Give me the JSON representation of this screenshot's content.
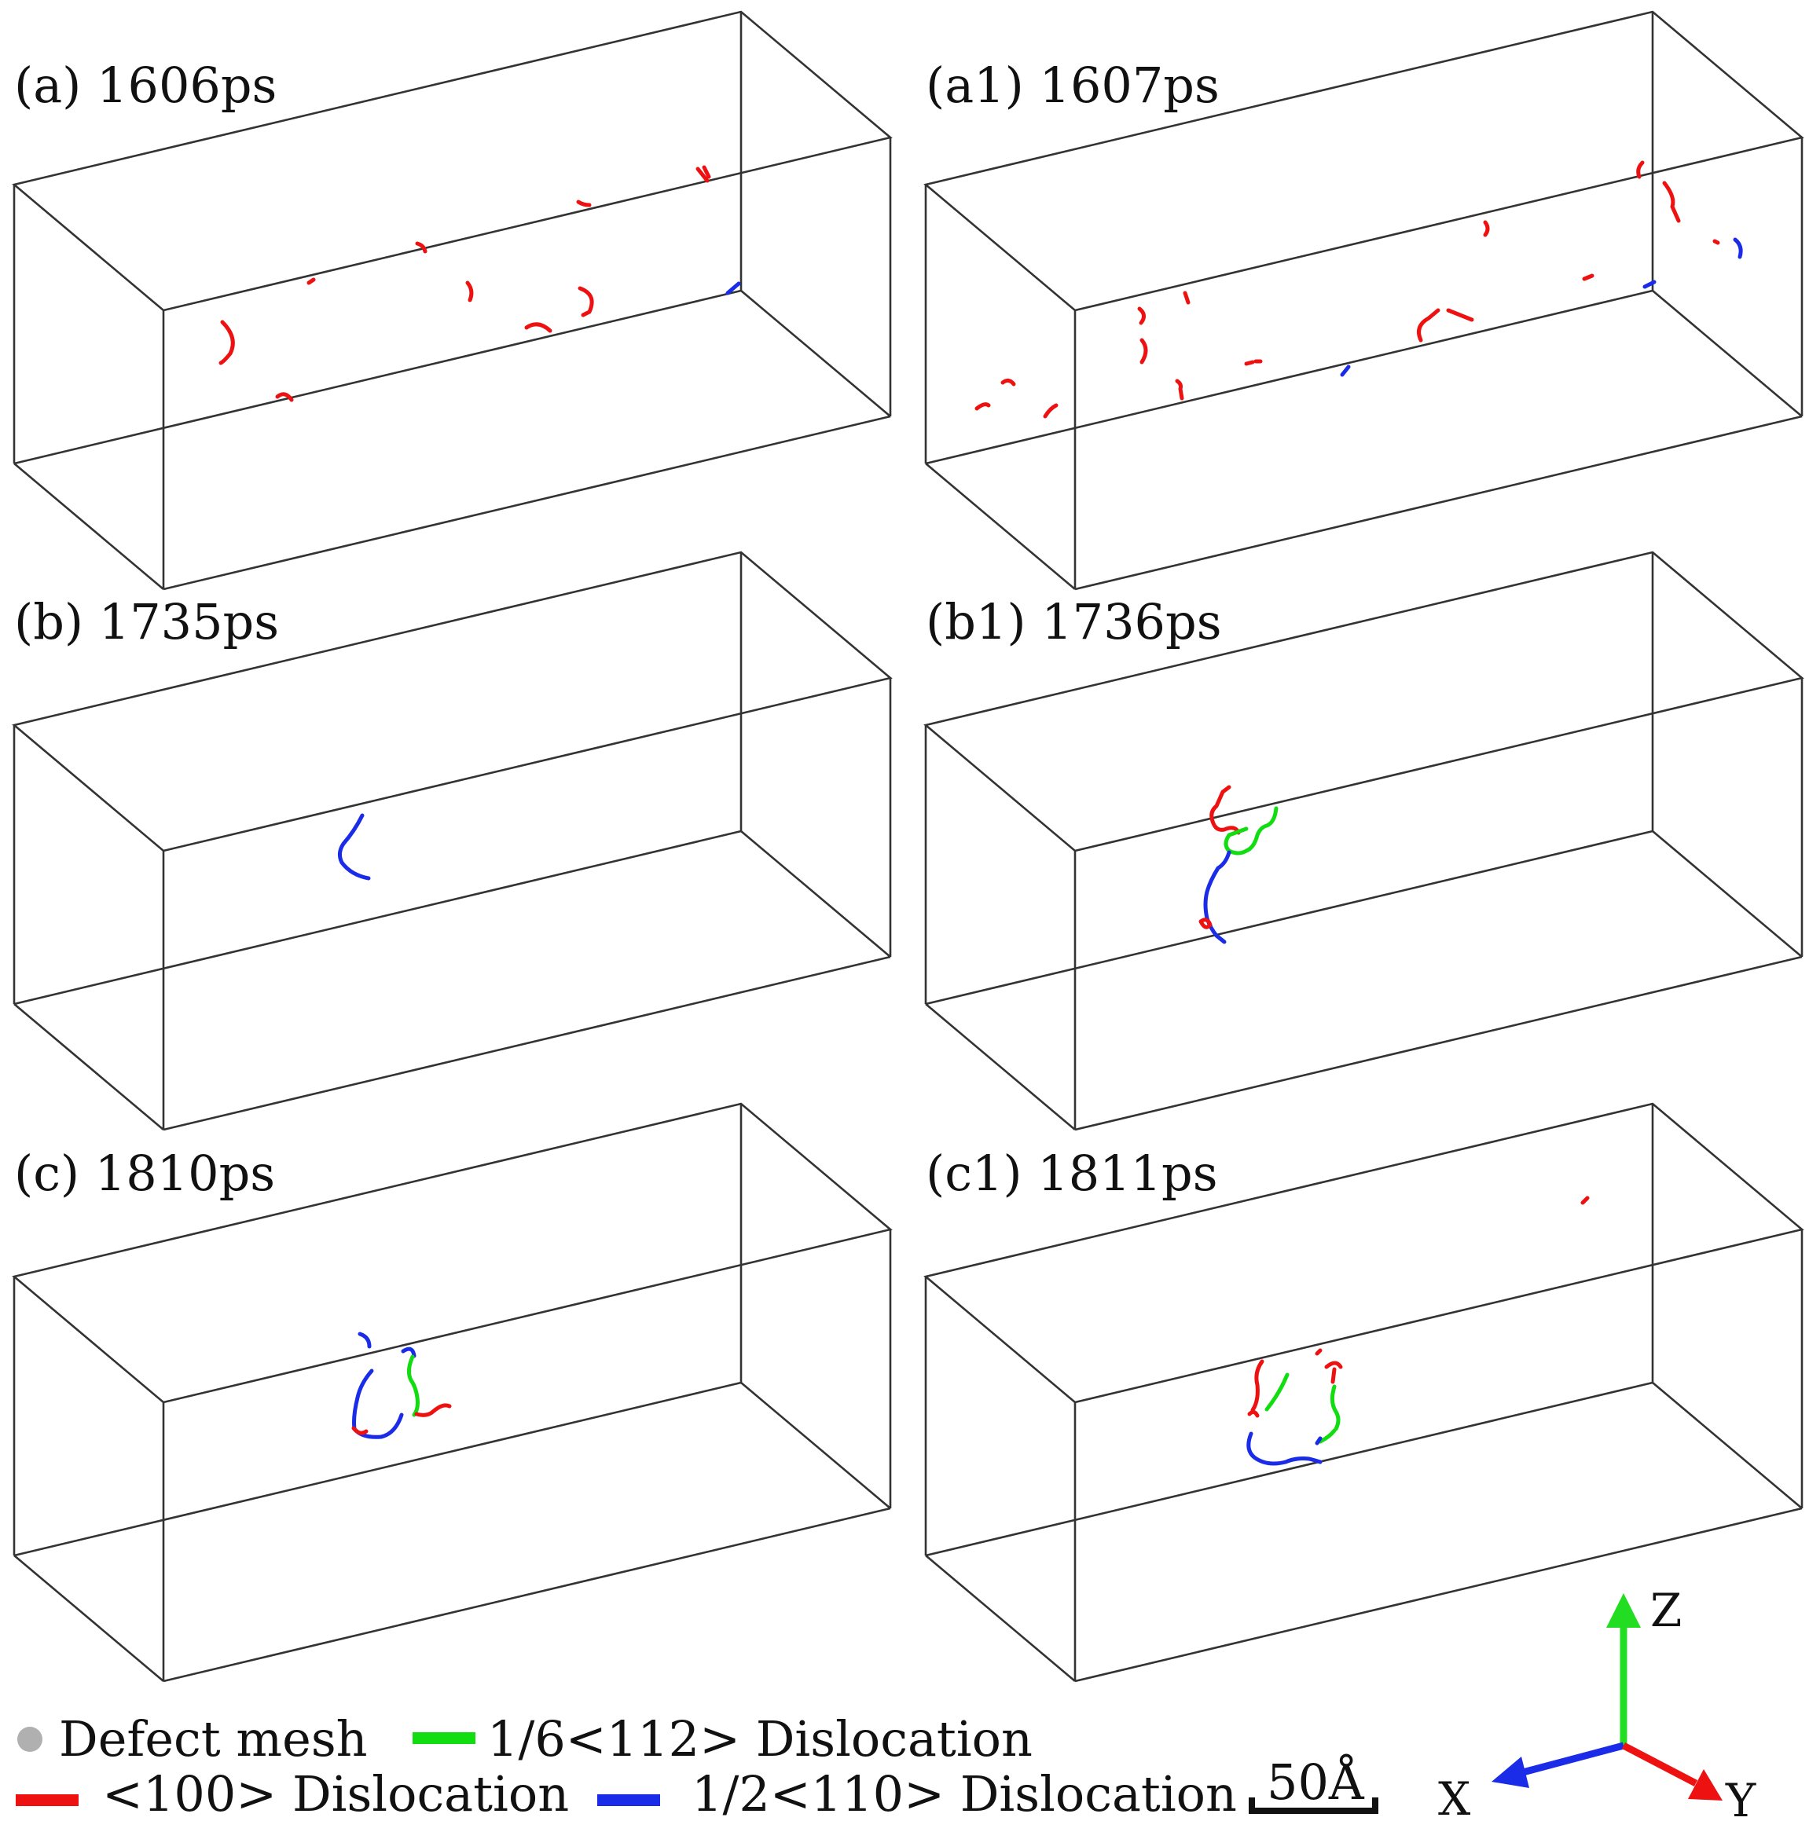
{
  "panels": [
    {
      "id": "a",
      "label": "(a) 1606ps"
    },
    {
      "id": "a1",
      "label": "(a1) 1607ps"
    },
    {
      "id": "b",
      "label": "(b) 1735ps"
    },
    {
      "id": "b1",
      "label": "(b1) 1736ps"
    },
    {
      "id": "c",
      "label": "(c) 1810ps"
    },
    {
      "id": "c1",
      "label": "(c1) 1811ps"
    }
  ],
  "legend": {
    "defect_mesh": "Defect mesh",
    "d100": "<100> Dislocation",
    "d112": "1/6<112> Dislocation",
    "d110": "1/2<110> Dislocation",
    "scale": "50Å"
  },
  "axes": {
    "x": "X",
    "y": "Y",
    "z": "Z"
  },
  "colors": {
    "d100": "#ee1111",
    "d112": "#11dd11",
    "d110": "#1a2ce8",
    "defect_mesh": "#b0b0b0",
    "box_edge": "#333333"
  }
}
